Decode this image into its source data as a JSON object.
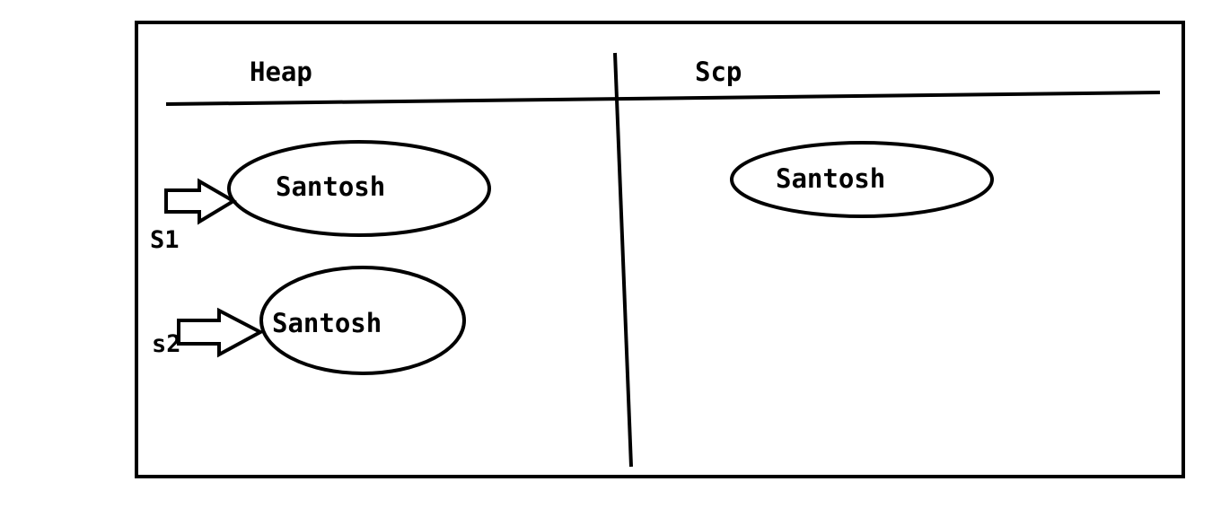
{
  "heap": {
    "title": "Heap",
    "objects": [
      {
        "value": "Santosh",
        "reference": "S1"
      },
      {
        "value": "Santosh",
        "reference": "s2"
      }
    ]
  },
  "scp": {
    "title": "Scp",
    "objects": [
      {
        "value": "Santosh"
      }
    ]
  }
}
